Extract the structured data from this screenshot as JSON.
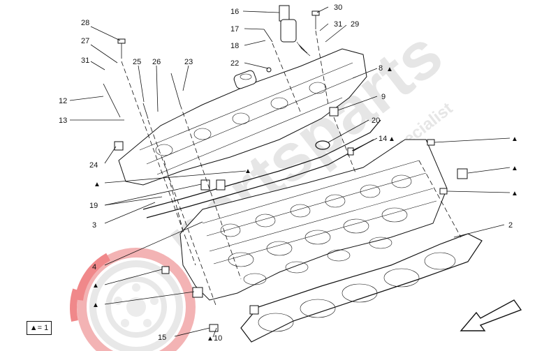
{
  "watermark": {
    "brand": "partsparts",
    "tagline": "Maserati parts specialist"
  },
  "legend": {
    "symbol": "▲",
    "text": "= 1"
  },
  "callouts": {
    "tri": "▲",
    "labels": [
      "28",
      "27",
      "31",
      "25",
      "26",
      "23",
      "12",
      "13",
      "24",
      "16",
      "17",
      "18",
      "22",
      "30",
      "31",
      "29",
      "8",
      "9",
      "20",
      "14",
      "19",
      "3",
      "4",
      "2",
      "15",
      "10"
    ]
  },
  "colors": {
    "ink": "#111111",
    "watermark_gray": "#e6e6e6",
    "watermark_red": "#f0888a"
  },
  "icons": {
    "direction_arrow": "arrow-down-left-icon",
    "reference_marker": "triangle-icon"
  }
}
